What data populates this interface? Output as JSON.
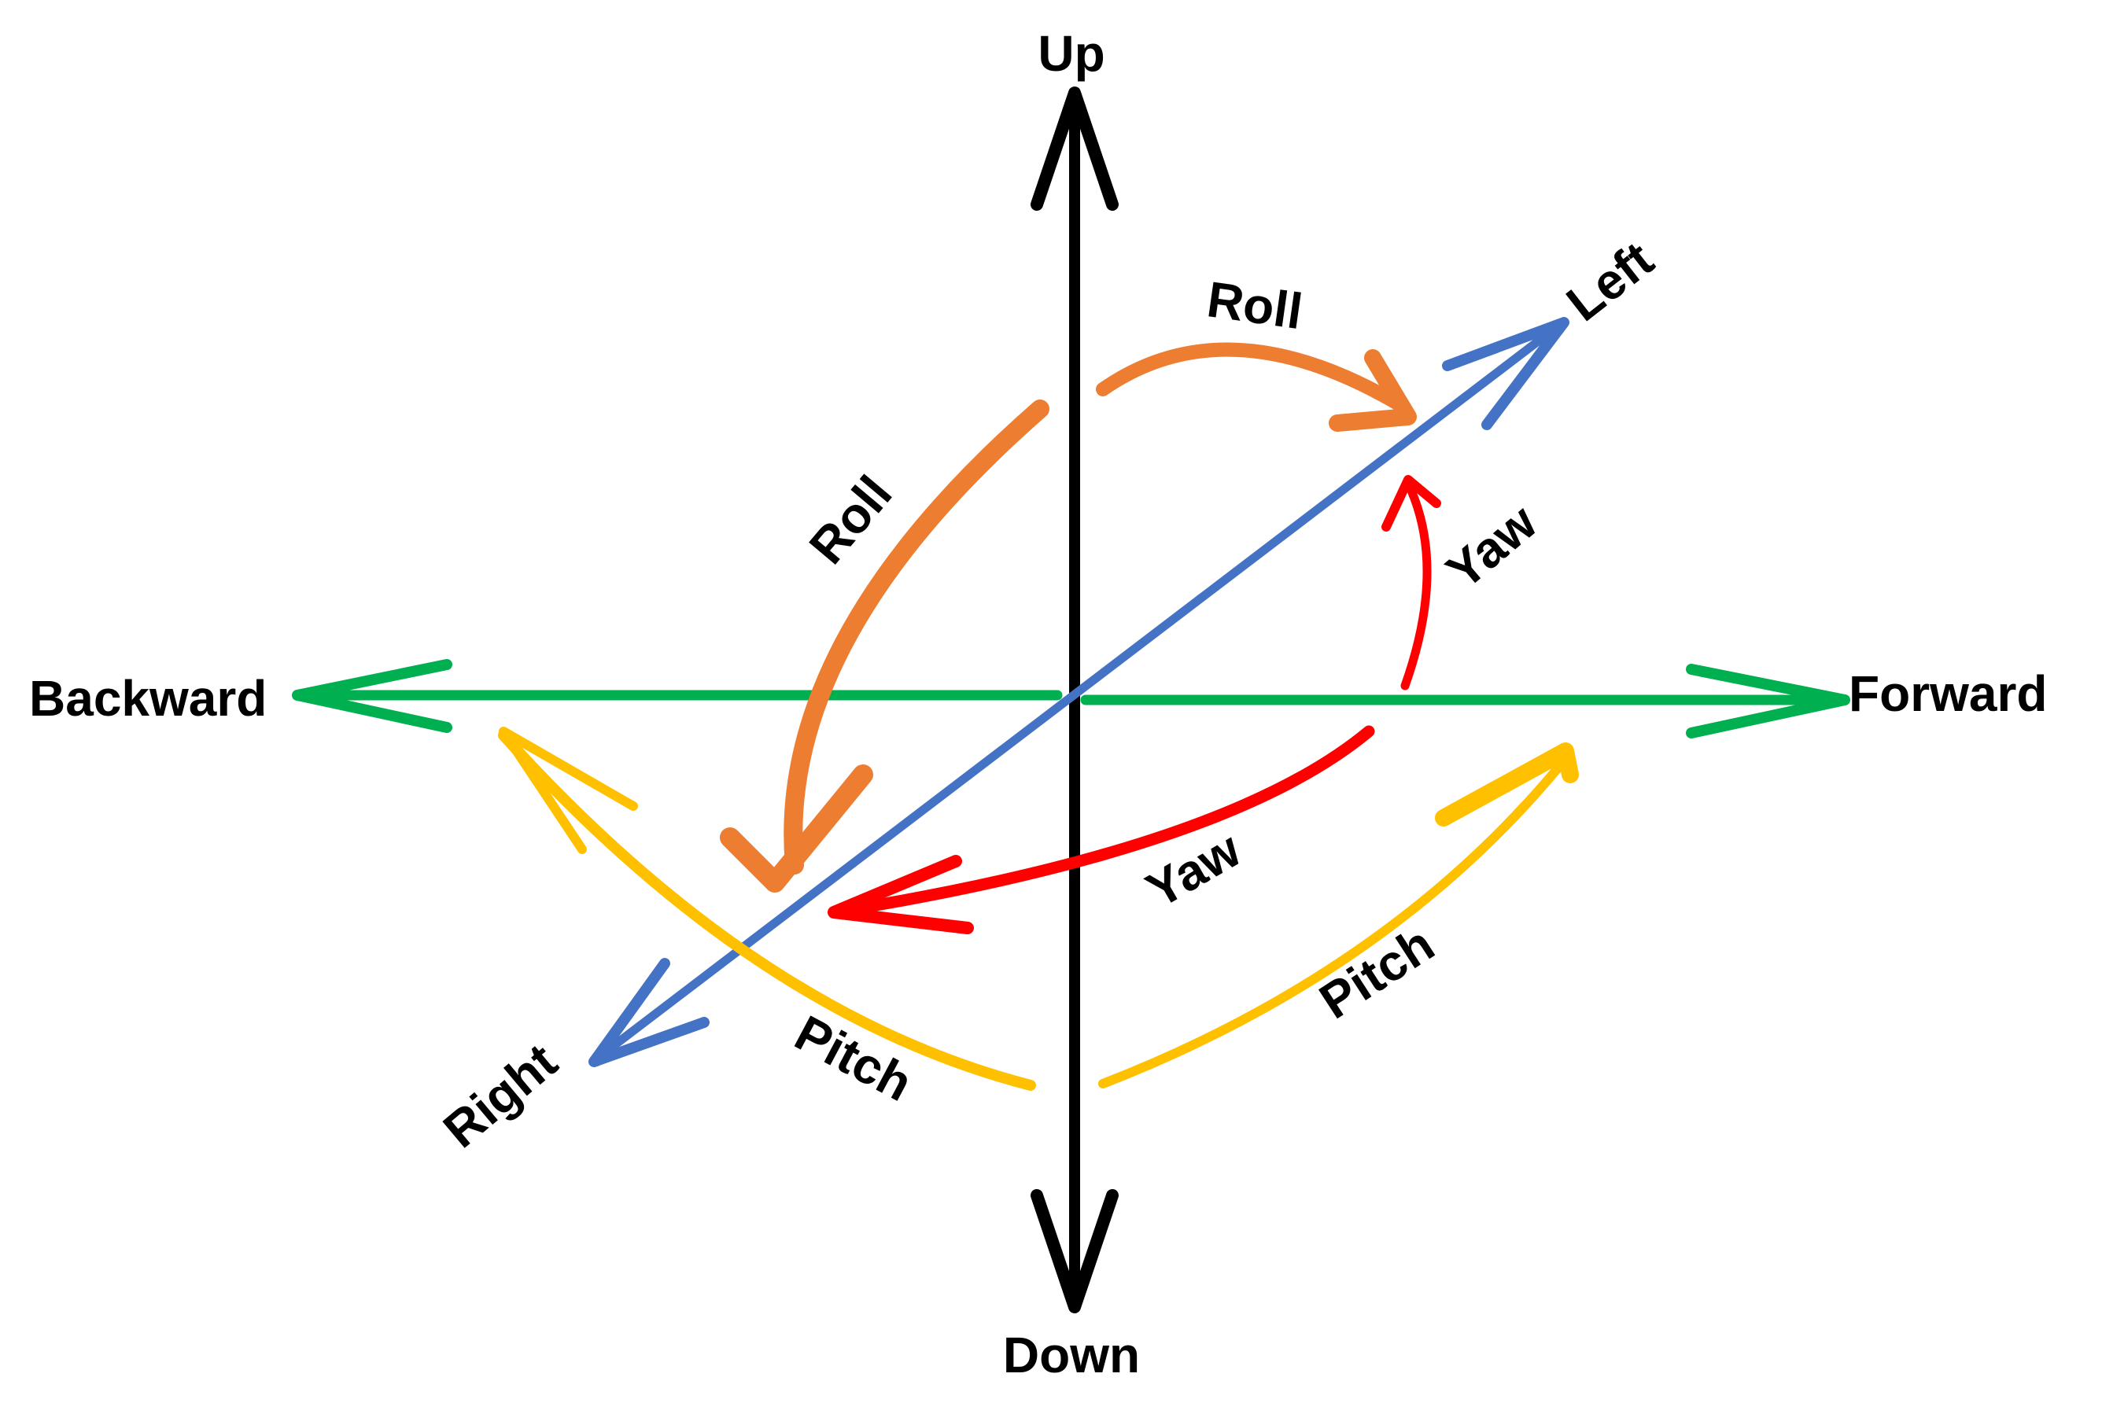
{
  "axes": {
    "up": "Up",
    "down": "Down",
    "forward": "Forward",
    "backward": "Backward",
    "left": "Left",
    "right": "Right"
  },
  "rotations": {
    "roll_top": "Roll",
    "roll_left": "Roll",
    "yaw_right": "Yaw",
    "yaw_bottom": "Yaw",
    "pitch_left": "Pitch",
    "pitch_right": "Pitch"
  },
  "colors": {
    "vertical_axis": "#000000",
    "forward_backward_axis": "#00B050",
    "left_right_axis": "#4472C4",
    "roll": "#ED7D31",
    "yaw": "#FF0000",
    "pitch": "#FFC000"
  }
}
